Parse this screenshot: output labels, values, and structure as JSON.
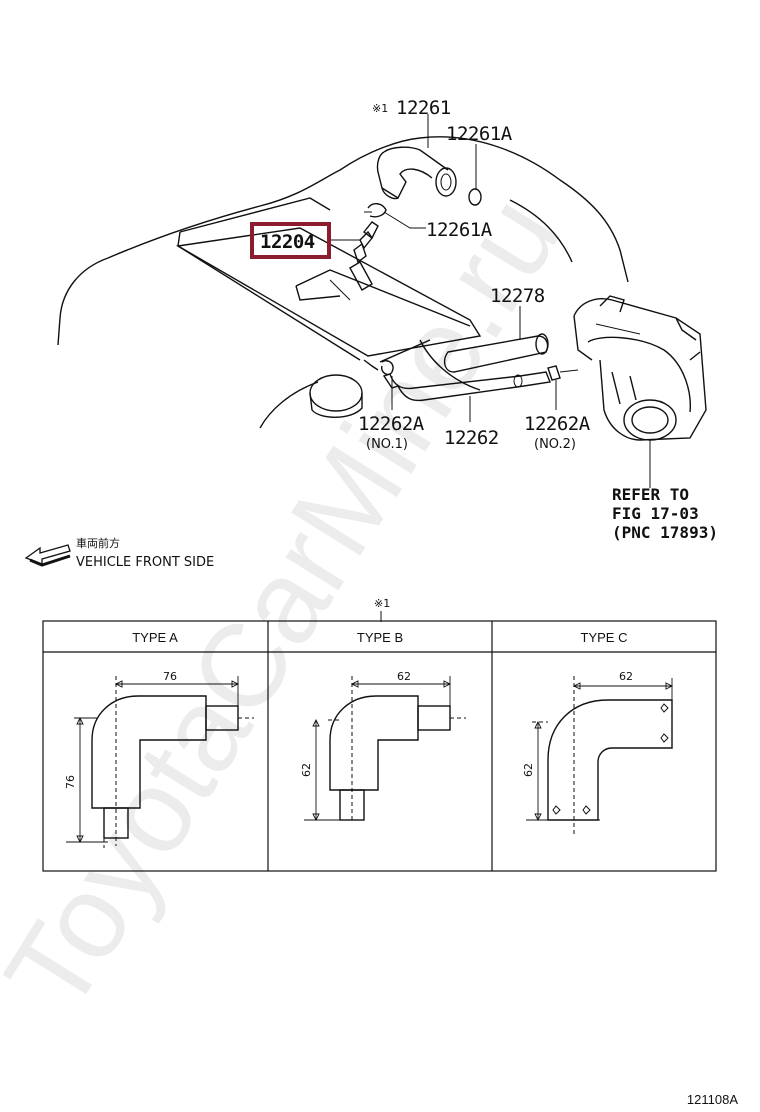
{
  "diagram": {
    "watermark": "ToyotaCarMine.ru",
    "highlight_color": "#8b1d2f",
    "parts": {
      "p12261": "12261",
      "p12261_note": "※1",
      "p12261A_top": "12261A",
      "p12261A_mid": "12261A",
      "p12204": "12204",
      "p12278": "12278",
      "p12262A_1": "12262A",
      "p12262A_1_sub": "(NO.1)",
      "p12262": "12262",
      "p12262A_2": "12262A",
      "p12262A_2_sub": "(NO.2)"
    },
    "refer": {
      "line1": "REFER TO",
      "line2": "FIG 17-03",
      "line3": "(PNC 17893)"
    },
    "direction": {
      "jp": "車両前方",
      "en": "VEHICLE FRONT SIDE",
      "arrow_icon": "arrow-left-icon"
    },
    "types_note": "※1",
    "types": [
      {
        "label": "TYPE A",
        "dim_h": "76",
        "dim_v": "76"
      },
      {
        "label": "TYPE B",
        "dim_h": "62",
        "dim_v": "62"
      },
      {
        "label": "TYPE C",
        "dim_h": "62",
        "dim_v": "62"
      }
    ],
    "figure_id": "121108A"
  }
}
